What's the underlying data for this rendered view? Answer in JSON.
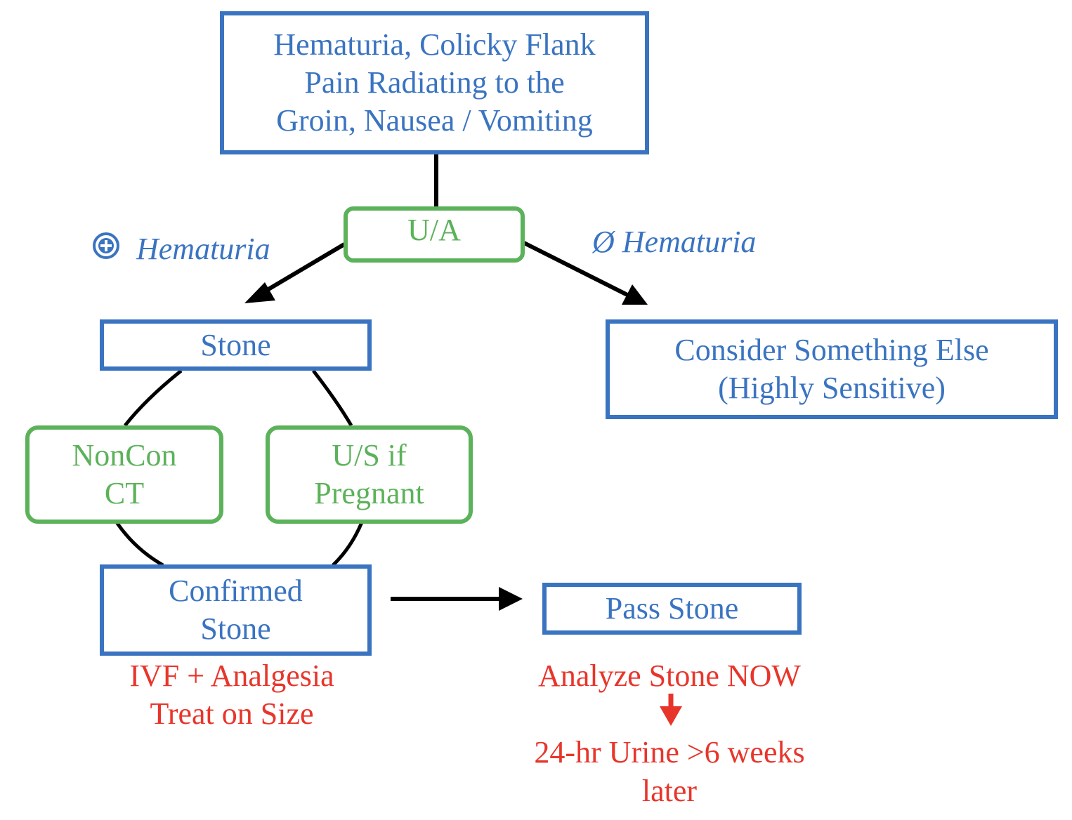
{
  "nodes": {
    "symptoms": {
      "lines": [
        "Hematuria, Colicky Flank",
        "Pain Radiating to the",
        "Groin, Nausea / Vomiting"
      ]
    },
    "ua": {
      "lines": [
        "U/A"
      ]
    },
    "stone": {
      "lines": [
        "Stone"
      ]
    },
    "consider_else": {
      "lines": [
        "Consider Something Else",
        "(Highly Sensitive)"
      ]
    },
    "noncon_ct": {
      "lines": [
        "NonCon",
        "CT"
      ]
    },
    "us_pregnant": {
      "lines": [
        "U/S if",
        "Pregnant"
      ]
    },
    "confirmed_stone": {
      "lines": [
        "Confirmed",
        "Stone"
      ]
    },
    "pass_stone": {
      "lines": [
        "Pass Stone"
      ]
    }
  },
  "branch_labels": {
    "positive": {
      "text": "Hematuria",
      "icon": "plus-circle-icon"
    },
    "negative": {
      "text": "Ø Hematuria"
    }
  },
  "notes": {
    "confirmed_treatment": [
      "IVF + Analgesia",
      "Treat on Size"
    ],
    "analyze": "Analyze Stone NOW",
    "followup": [
      "24-hr Urine >6 weeks",
      "later"
    ]
  },
  "colors": {
    "blue": "#3a74c1",
    "green": "#5cb25a",
    "red": "#e8352b",
    "black": "#000000"
  }
}
